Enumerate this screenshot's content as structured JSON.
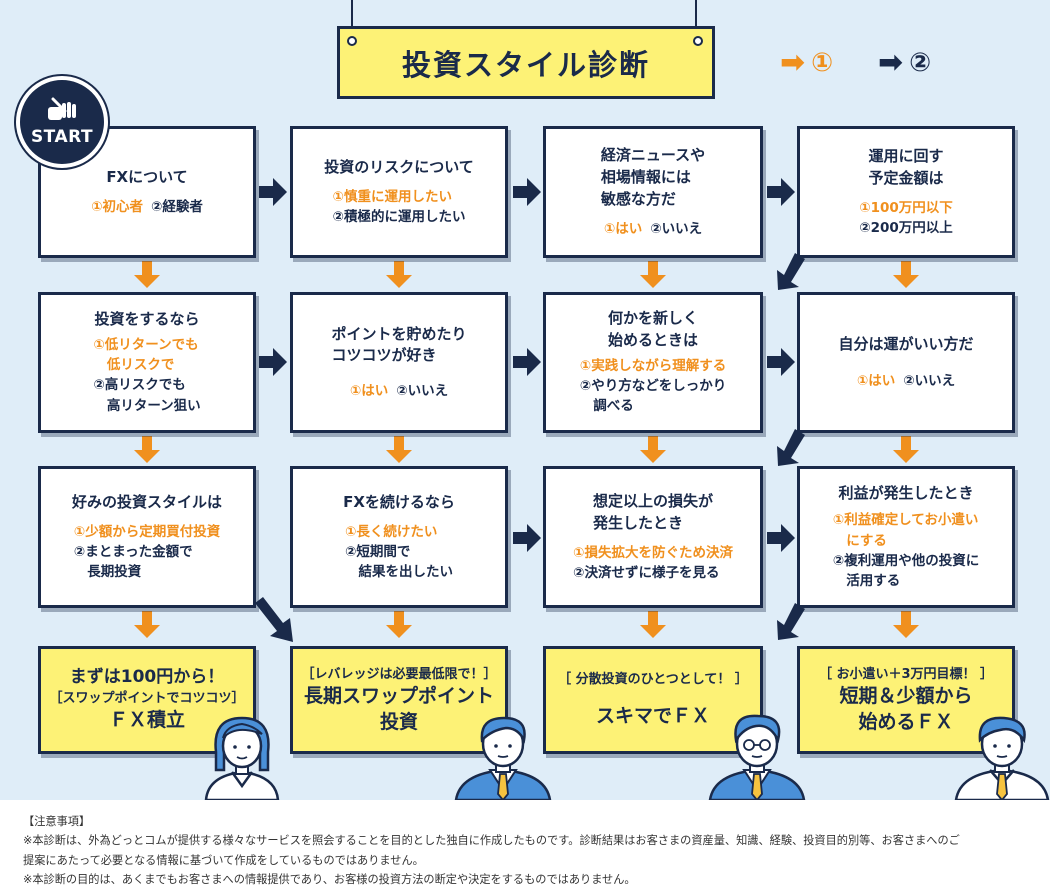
{
  "title": "投資スタイル診断",
  "legend": [
    {
      "glyph": "➡",
      "label": "①",
      "color": "#f0901e"
    },
    {
      "glyph": "➡",
      "label": "②",
      "color": "#1a2a4a"
    }
  ],
  "start_label": "START",
  "questions": [
    {
      "text": "FXについて",
      "opt1": "①初心者",
      "opt2": "②経験者"
    },
    {
      "text": "投資のリスクについて",
      "opt1": "①慎重に運用したい",
      "opt2": "②積極的に運用したい"
    },
    {
      "text": "経済ニュースや\n相場情報には\n敏感な方だ",
      "opt1": "①はい",
      "opt2": "②いいえ"
    },
    {
      "text": "運用に回す\n予定金額は",
      "opt1": "①100万円以下",
      "opt2": "②200万円以上"
    },
    {
      "text": "投資をするなら",
      "opt1": "①低リターンでも\n　低リスクで",
      "opt2": "②高リスクでも\n　高リターン狙い"
    },
    {
      "text": "ポイントを貯めたり\nコツコツが好き",
      "opt1": "①はい",
      "opt2": "②いいえ"
    },
    {
      "text": "何かを新しく\n始めるときは",
      "opt1": "①実践しながら理解する",
      "opt2": "②やり方などをしっかり\n　調べる"
    },
    {
      "text": "自分は運がいい方だ",
      "opt1": "①はい",
      "opt2": "②いいえ"
    },
    {
      "text": "好みの投資スタイルは",
      "opt1": "①少額から定期買付投資",
      "opt2": "②まとまった金額で\n　長期投資"
    },
    {
      "text": "FXを続けるなら",
      "opt1": "①長く続けたい",
      "opt2": "②短期間で\n　結果を出したい"
    },
    {
      "text": "想定以上の損失が\n発生したとき",
      "opt1": "①損失拡大を防ぐため決済",
      "opt2": "②決済せずに様子を見る"
    },
    {
      "text": "利益が発生したとき",
      "opt1": "①利益確定してお小遣い\n　にする",
      "opt2": "②複利運用や他の投資に\n　活用する"
    }
  ],
  "results": [
    {
      "line1": "まずは100円から！",
      "tag": "［スワップポイントでコツコツ］",
      "line3": "ＦＸ積立"
    },
    {
      "tag": "［レバレッジは必要最低限で！］",
      "line2": "長期スワップポイント\n投資"
    },
    {
      "tag": "［ 分散投資のひとつとして！ ］",
      "line2": "スキマでＦＸ"
    },
    {
      "tag": "［ お小遣い＋3万円目標！ ］",
      "line2": "短期＆少額から\n始めるＦＸ"
    }
  ],
  "notes": [
    "【注意事項】",
    "※本診断は、外為どっとコムが提供する様々なサービスを照会することを目的とした独自に作成したものです。診断結果はお客さまの資産量、知識、経験、投資目的別等、お客さまへのご",
    "提案にあたって必要となる情報に基づいて作成をしているものではありません。",
    "※本診断の目的は、あくまでもお客さまへの情報提供であり、お客様の投資方法の断定や決定をするものではありません。"
  ],
  "colors": {
    "navy": "#1a2a4a",
    "orange": "#f0901e",
    "yellow": "#fdf276",
    "background": "#dfedf8"
  }
}
